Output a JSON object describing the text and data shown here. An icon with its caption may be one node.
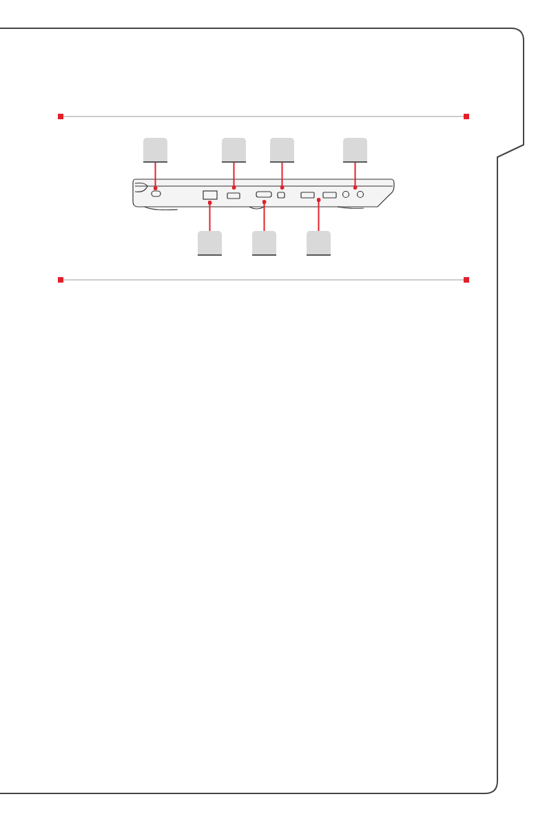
{
  "diagram": {
    "nodes": [
      {
        "text": [],
        "shape": "box"
      },
      {
        "text": [],
        "shape": "box"
      },
      {
        "text": [],
        "shape": "box"
      },
      {
        "text": [],
        "shape": "box"
      },
      {
        "text": [],
        "shape": "box"
      },
      {
        "text": [],
        "shape": "box"
      },
      {
        "text": [],
        "shape": "box"
      }
    ],
    "edges": [
      {
        "from": 0,
        "to": null,
        "arrow": "other"
      },
      {
        "from": 1,
        "to": null,
        "arrow": "other"
      },
      {
        "from": 2,
        "to": null,
        "arrow": "other"
      },
      {
        "from": 3,
        "to": null,
        "arrow": "other"
      },
      {
        "from": 4,
        "to": null,
        "arrow": "other"
      },
      {
        "from": 5,
        "to": null,
        "arrow": "other"
      },
      {
        "from": 6,
        "to": null,
        "arrow": "other"
      }
    ]
  }
}
